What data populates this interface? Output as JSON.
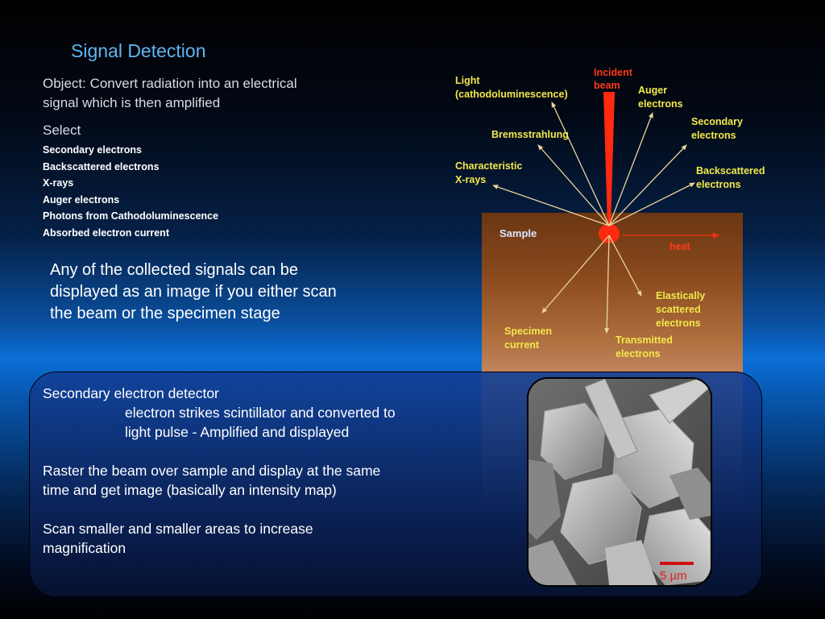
{
  "slide": {
    "title": "Signal Detection",
    "objective_line1": "Object:  Convert radiation into an electrical",
    "objective_line2": "signal which is then amplified",
    "select_heading": "Select",
    "select_items": [
      "Secondary electrons",
      "Backscattered electrons",
      "X-rays",
      "Auger electrons",
      "Photons from Cathodoluminescence",
      "Absorbed electron current"
    ],
    "collected_line1": "Any of the collected signals can be",
    "collected_line2": "displayed as an image if you either scan",
    "collected_line3": "the beam or the specimen stage"
  },
  "diagram": {
    "incident_line1": "Incident",
    "incident_line2": "beam",
    "light_line1": "Light",
    "light_line2": "(cathodoluminescence)",
    "auger_line1": "Auger",
    "auger_line2": "electrons",
    "secondary_line1": "Secondary",
    "secondary_line2": "electrons",
    "bremsstrahlung": "Bremsstrahlung",
    "characteristic_line1": "Characteristic",
    "characteristic_line2": "X-rays",
    "backscattered_line1": "Backscattered",
    "backscattered_line2": "electrons",
    "sample": "Sample",
    "heat": "heat",
    "elastic_line1": "Elastically",
    "elastic_line2": "scattered",
    "elastic_line3": "electrons",
    "specimen_line1": "Specimen",
    "specimen_line2": "current",
    "transmitted_line1": "Transmitted",
    "transmitted_line2": "electrons",
    "colors": {
      "label": "#f2e84a",
      "beam": "#ff2a10",
      "sample_top": "#6b3612"
    }
  },
  "detector": {
    "heading": "Secondary electron detector",
    "indent_line1": "electron strikes scintillator and converted to",
    "indent_line2": "light pulse - Amplified and displayed",
    "raster_line1": "Raster the beam over sample and display at the same",
    "raster_line2": "time and get image (basically an intensity map)",
    "scan_line1": "Scan smaller and smaller areas to increase",
    "scan_line2": "magnification"
  },
  "micrograph": {
    "scale_label": "5 µm"
  }
}
